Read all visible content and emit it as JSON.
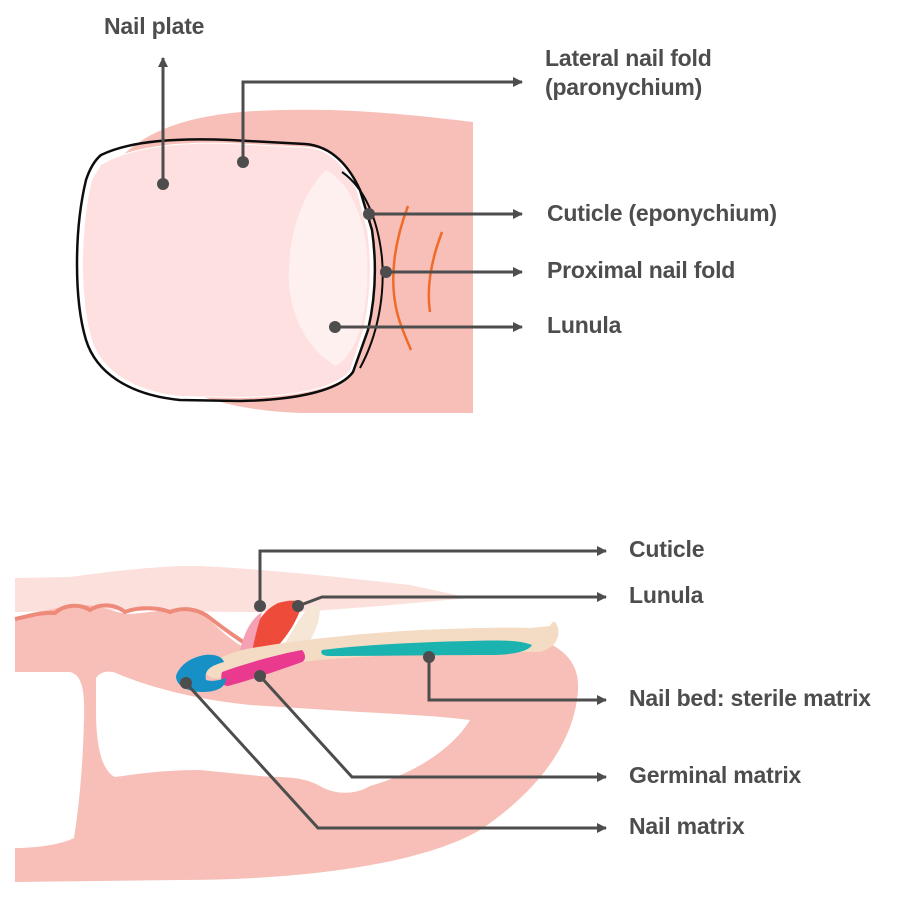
{
  "top_diagram": {
    "labels": {
      "nail_plate": "Nail plate",
      "lateral_line1": "Lateral nail fold",
      "lateral_line2": "(paronychium)",
      "cuticle": "Cuticle (eponychium)",
      "proximal": "Proximal nail fold",
      "lunula": "Lunula"
    }
  },
  "bottom_diagram": {
    "labels": {
      "cuticle": "Cuticle",
      "lunula": "Lunula",
      "nail_bed": "Nail bed: sterile matrix",
      "germinal": "Germinal matrix",
      "matrix": "Nail matrix"
    }
  },
  "colors": {
    "skin": "#f7bfb7",
    "skin_light": "#fbe0dc",
    "nail_plate": "#fde0df",
    "outline": "#0d0d0d",
    "pointer": "#4d4d4d",
    "fold_lines": "#f06a2a",
    "cuticle_red": "#ee4b3a",
    "lunula_cream": "#f6e6d6",
    "nail_beige": "#f3dcc3",
    "sterile_teal": "#1ab3b0",
    "germinal_magenta": "#ea3a8f",
    "matrix_blue": "#1790c6"
  }
}
